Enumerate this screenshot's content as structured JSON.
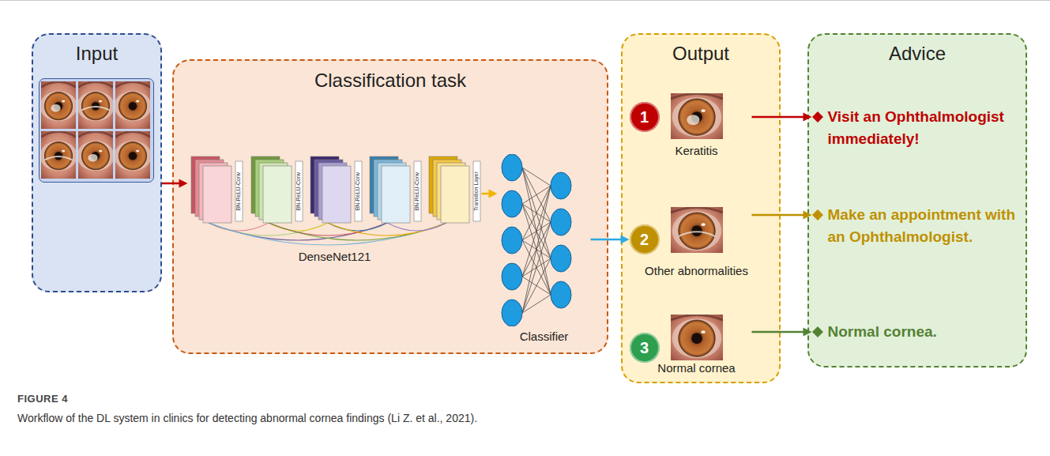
{
  "diagram": {
    "caption": "Workflow of the DL system in clinics for detecting abnormal cornea findings (Li Z. et al., 2021).",
    "nodes": [
      {
        "text": [
          "Input"
        ]
      },
      {
        "text": [
          "Classification task"
        ]
      },
      {
        "text": [
          "DenseNet121"
        ],
        "in": 1
      },
      {
        "text": [
          "Classifier"
        ],
        "in": 1
      },
      {
        "text": [
          "Output"
        ]
      },
      {
        "text": [
          "1",
          "Keratitis"
        ],
        "in": 4
      },
      {
        "text": [
          "2",
          "Other abnormalities"
        ],
        "in": 4
      },
      {
        "text": [
          "3",
          "Normal cornea"
        ],
        "in": 4
      },
      {
        "text": [
          "Advice"
        ]
      },
      {
        "text": [
          "Visit an Ophthalmologist immediately!"
        ],
        "in": 8
      },
      {
        "text": [
          "Make an appointment with an Ophthalmologist."
        ],
        "in": 8
      },
      {
        "text": [
          "Normal cornea."
        ],
        "in": 8
      }
    ],
    "edges": [
      {
        "from": 0,
        "to": 2,
        "arrow": "to"
      },
      {
        "from": 2,
        "to": 3,
        "arrow": "to"
      },
      {
        "from": 3,
        "to": 6,
        "arrow": "to"
      },
      {
        "from": 5,
        "to": 9,
        "arrow": "to"
      },
      {
        "from": 6,
        "to": 10,
        "arrow": "to"
      },
      {
        "from": 7,
        "to": 11,
        "arrow": "to"
      }
    ],
    "labels": [
      "BN-ReLU-Conv",
      "BN-ReLU-Conv",
      "BN-ReLU-Conv",
      "BN-ReLU-Conv",
      "Transition Layer",
      "FIGURE 4"
    ]
  }
}
